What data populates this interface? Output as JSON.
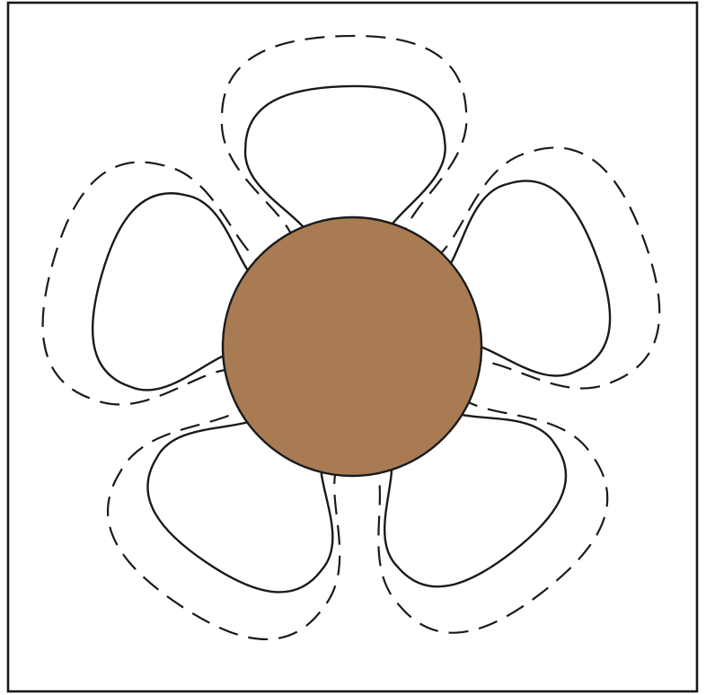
{
  "diagram": {
    "petal_count": 5,
    "outline_styles": [
      "solid",
      "dashed"
    ],
    "colors": {
      "center_fill": "#a87b53",
      "stroke": "#1a1a1a",
      "background": "#ffffff"
    }
  }
}
